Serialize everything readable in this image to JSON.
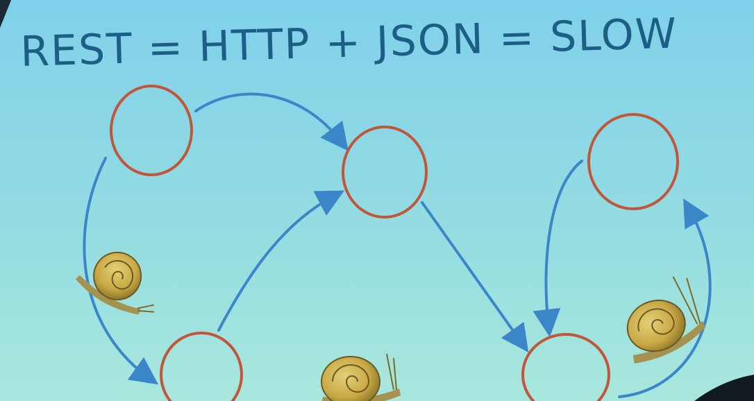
{
  "slide": {
    "title": "REST = HTTP + JSON = SLOW",
    "colors": {
      "background_top": "#7fd0ea",
      "background_bottom": "#a8e7dc",
      "node_ring": "#c0563a",
      "arrow": "#3a86c8",
      "title_text": "#1c5e86",
      "snail_shell": "#c9a945"
    },
    "nodes": [
      {
        "name": "node-top-left"
      },
      {
        "name": "node-center"
      },
      {
        "name": "node-top-right"
      },
      {
        "name": "node-bottom-left"
      },
      {
        "name": "node-bottom-right"
      }
    ],
    "snails": [
      {
        "name": "snail-left",
        "icon": "snail-icon"
      },
      {
        "name": "snail-bottom-center",
        "icon": "snail-icon"
      },
      {
        "name": "snail-right",
        "icon": "snail-icon"
      }
    ]
  }
}
